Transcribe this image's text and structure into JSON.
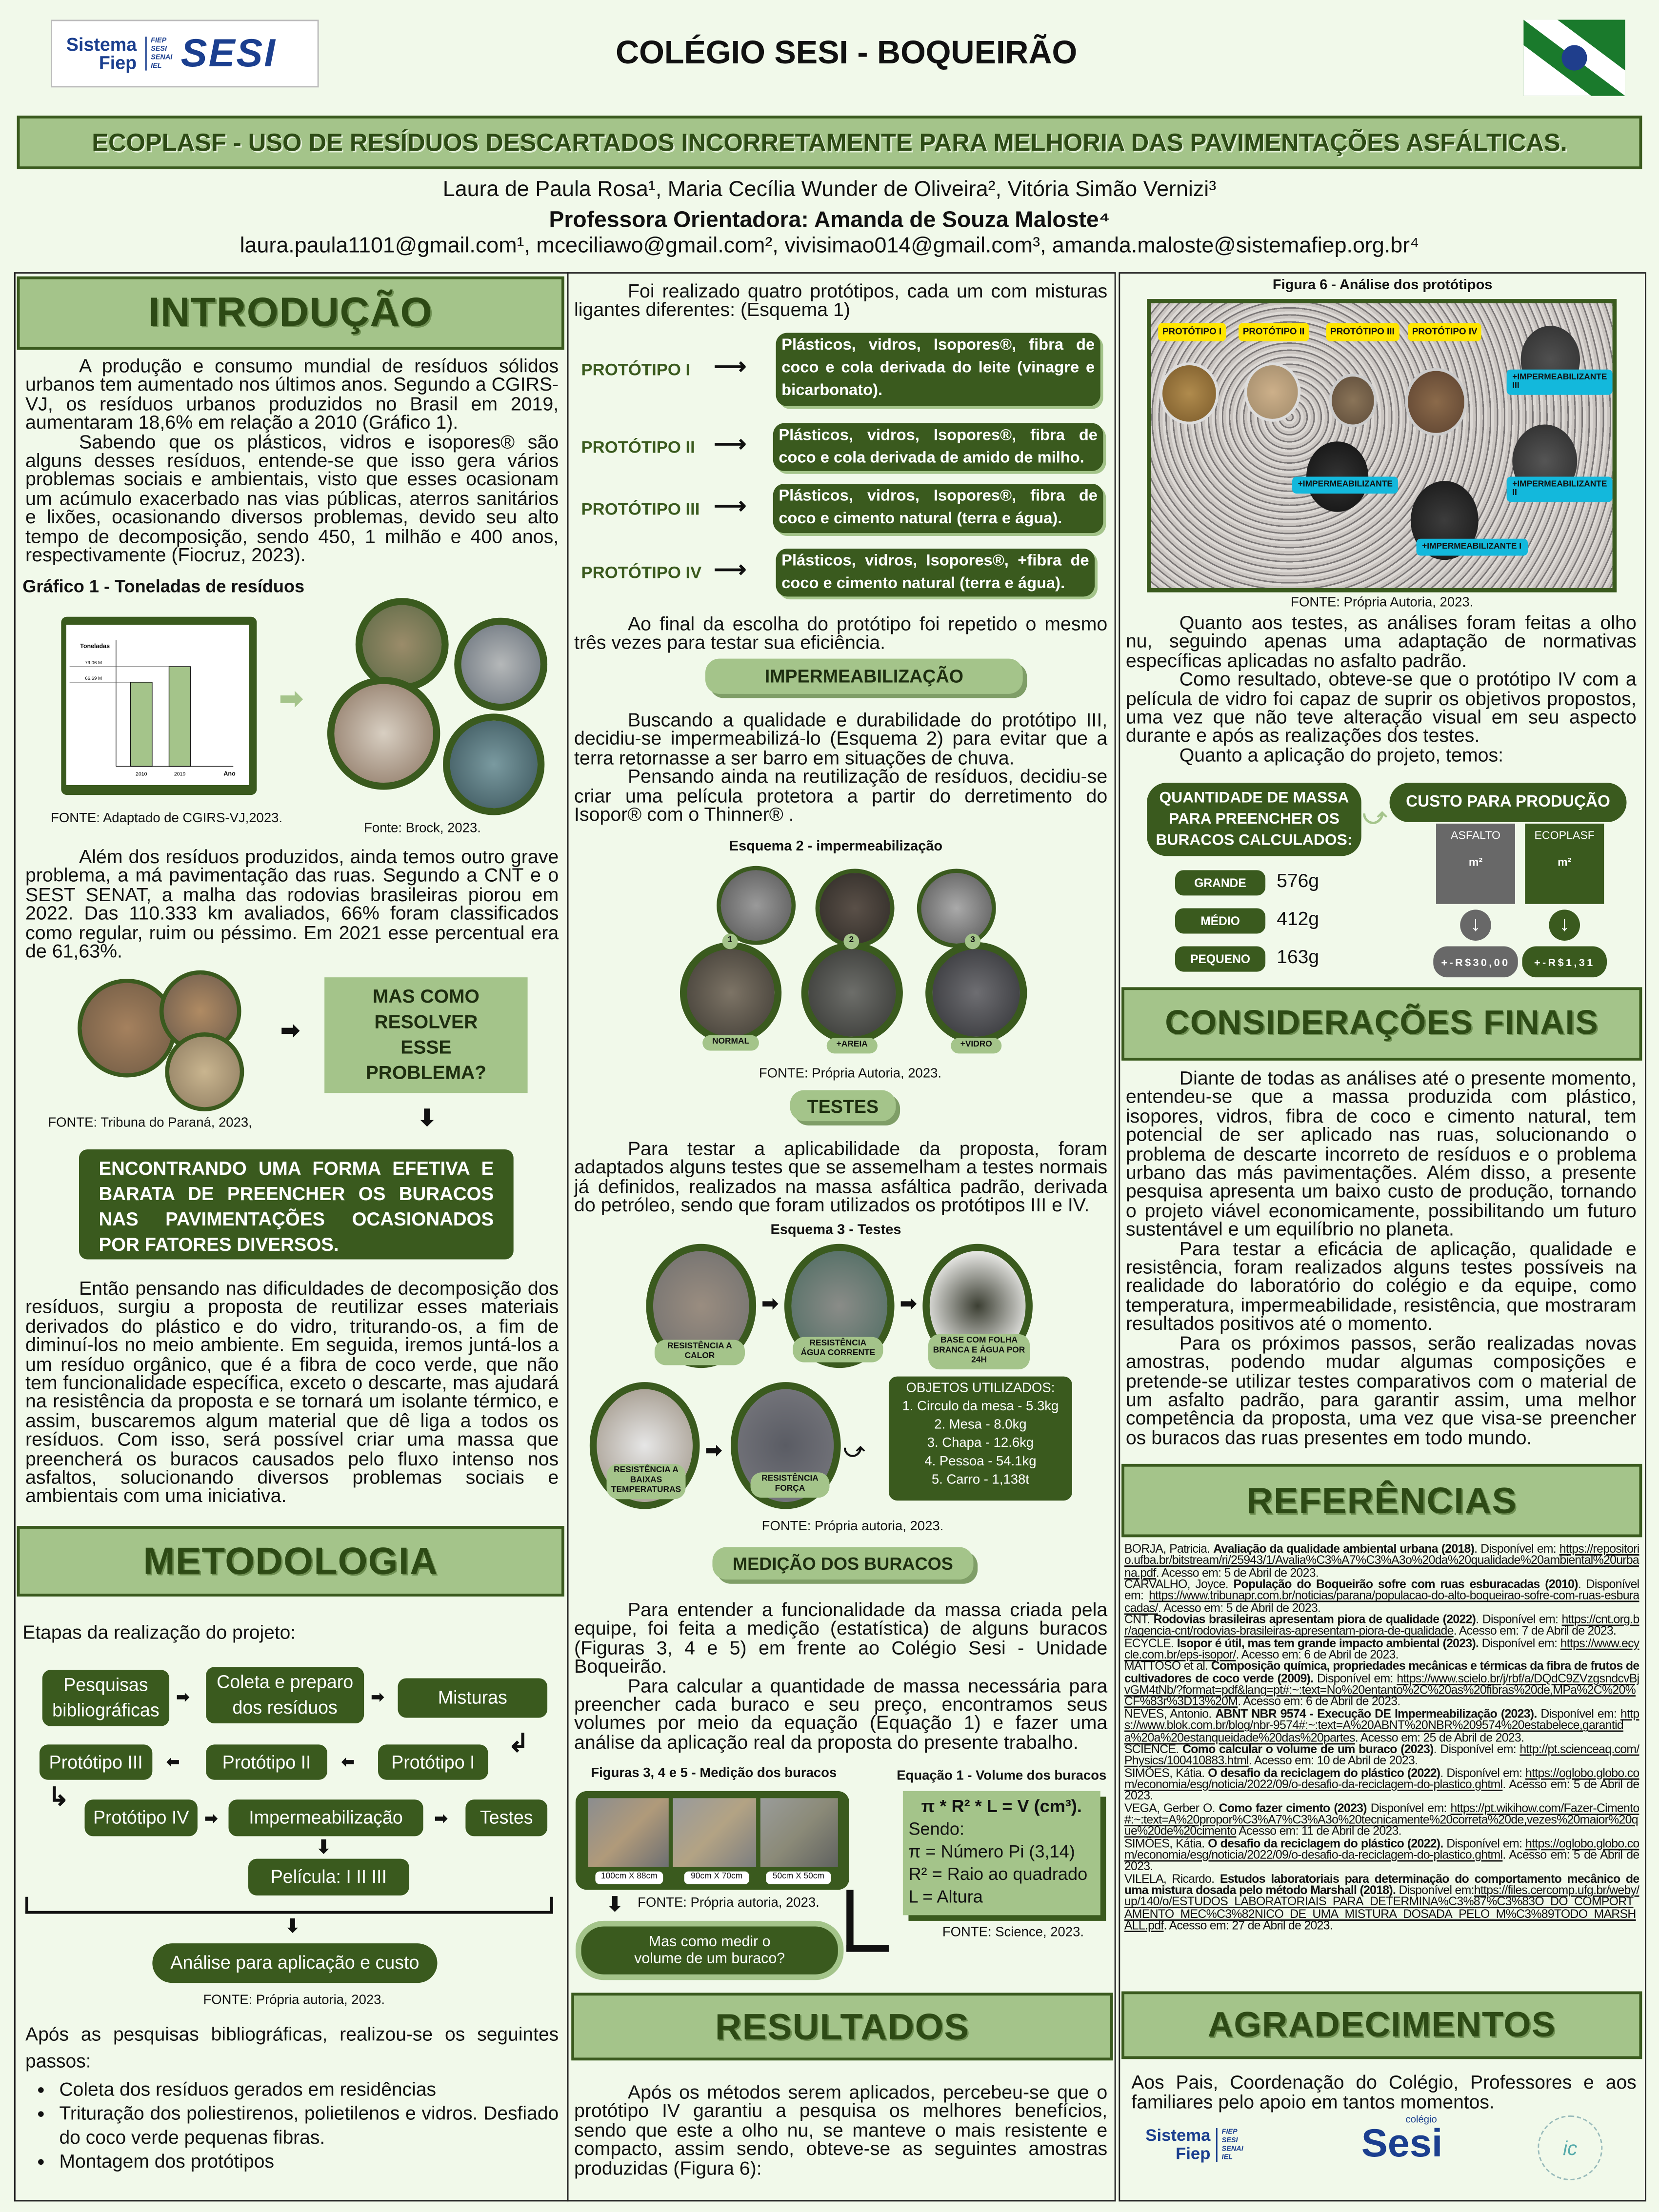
{
  "header": {
    "logo_left_sistema": "Sistema",
    "logo_left_fiep": "Fiep",
    "logo_left_brands": [
      "FIEP",
      "SESI",
      "SENAI",
      "IEL"
    ],
    "logo_left_sesi": "SESI",
    "school": "COLÉGIO SESI - BOQUEIRÃO",
    "title": "ECOPLASF - USO DE RESÍDUOS DESCARTADOS INCORRETAMENTE PARA MELHORIA DAS PAVIMENTAÇÕES ASFÁLTICAS.",
    "authors": "Laura de Paula Rosa¹, Maria Cecília Wunder de Oliveira²,  Vitória Simão Vernizi³",
    "advisor": "Professora Orientadora: Amanda de Souza Maloste⁴",
    "emails": "laura.paula1101@gmail.com¹, mceciliawo@gmail.com², vivisimao014@gmail.com³, amanda.maloste@sistemafiep.org.br⁴"
  },
  "intro": {
    "heading": "INTRODUÇÃO",
    "p1": "A produção e consumo mundial de resíduos sólidos urbanos tem aumentado nos últimos anos. Segundo a CGIRS-VJ, os resíduos urbanos produzidos no Brasil em 2019, aumentaram  18,6% em relação a 2010 (Gráfico 1).",
    "p2": "Sabendo que os plásticos, vidros e isopores® são alguns desses resíduos, entende-se que isso gera vários problemas sociais e ambientais, visto que esses ocasionam um acúmulo exacerbado nas vias públicas, aterros sanitários e lixões, ocasionando diversos problemas, devido seu alto tempo de decomposição, sendo 450, 1 milhão e 400 anos, respectivamente (Fiocruz, 2023).",
    "chart_caption": "Gráfico 1 - Toneladas de resíduos",
    "chart_source": "FONTE: Adaptado de CGIRS-VJ,2023.",
    "photo_source": "Fonte: Brock, 2023.",
    "p3": "Além dos resíduos produzidos, ainda temos outro grave problema, a má pavimentação das ruas. Segundo a CNT e o SEST SENAT, a malha das rodovias brasileiras piorou em 2022. Das 110.333 km avaliados, 66% foram classificados como regular, ruim ou péssimo. Em 2021 esse percentual era de 61,63%.",
    "question": "MAS COMO RESOLVER ESSE PROBLEMA?",
    "road_source": "FONTE: Tribuna do Paraná, 2023,",
    "answer": "ENCONTRANDO UMA FORMA EFETIVA E BARATA DE PREENCHER OS BURACOS NAS PAVIMENTAÇÕES OCASIONADOS POR FATORES DIVERSOS.",
    "p4": "Então pensando nas dificuldades de decomposição dos resíduos, surgiu a proposta de reutilizar esses materiais derivados do plástico e do vidro, triturando-os, a fim de diminuí-los no meio ambiente. Em seguida, iremos juntá-los a um resíduo orgânico, que é a fibra de coco verde, que não tem funcionalidade específica, exceto o descarte, mas ajudará na resistência da proposta e se tornará um isolante térmico, e assim, buscaremos algum material que dê liga a todos os resíduos. Com isso, será possível criar uma massa que preencherá os buracos causados pelo fluxo intenso nos asfaltos, solucionando diversos problemas sociais e ambientais com uma iniciativa."
  },
  "chart_data": {
    "type": "bar",
    "title": "Gráfico 1 - Toneladas de resíduos",
    "xlabel": "Ano",
    "ylabel": "Toneladas",
    "categories": [
      "2010",
      "2019"
    ],
    "values": [
      66.69,
      79.06
    ],
    "value_labels": [
      "66.69 M",
      "79,06 M"
    ],
    "ylim": [
      0,
      100
    ],
    "grid": false,
    "bar_color": "#a4c48a"
  },
  "method": {
    "heading": "METODOLOGIA",
    "intro": "Etapas da realização do projeto:",
    "nodes": [
      "Pesquisas bibliográficas",
      "Coleta e preparo dos resíduos",
      "Misturas",
      "Protótipo I",
      "Protótipo II",
      "Protótipo III",
      "Protótipo IV",
      "Impermeabilização",
      "Testes",
      "Película: I II III",
      "Análise para aplicação e custo"
    ],
    "source": "FONTE: Própria autoria, 2023.",
    "after": "Após as pesquisas bibliográficas, realizou-se os seguintes passos:",
    "bullets": [
      "Coleta dos resíduos gerados em residências",
      "Trituração dos poliestirenos, polietilenos e vidros. Desfiado do coco verde pequenas fibras.",
      "Montagem dos protótipos"
    ]
  },
  "col2": {
    "p1": "Foi realizado quatro protótipos, cada um com misturas ligantes diferentes: (Esquema 1)",
    "prototypes": [
      {
        "label": "PROTÓTIPO I",
        "desc": "Plásticos, vidros, Isopores®, fibra de coco e cola derivada do leite (vinagre e bicarbonato)."
      },
      {
        "label": "PROTÓTIPO II",
        "desc": "Plásticos, vidros, Isopores®, fibra de coco e cola derivada de amido de milho."
      },
      {
        "label": "PROTÓTIPO III",
        "desc": "Plásticos, vidros, Isopores®, fibra de coco e cimento natural (terra e água)."
      },
      {
        "label": "PROTÓTIPO IV",
        "desc": "Plásticos, vidros, Isopores®, +fibra de coco e cimento natural (terra e água)."
      }
    ],
    "p2": "Ao final da escolha do protótipo foi repetido o mesmo três vezes para testar sua eficiência.",
    "imper_heading": "IMPERMEABILIZAÇÃO",
    "p3": "Buscando a qualidade e durabilidade do protótipo III, decidiu-se impermeabilizá-lo (Esquema 2) para evitar que a terra retornasse a ser barro em situações de chuva.",
    "p4": "Pensando ainda na reutilização de resíduos, decidiu-se criar uma película protetora a partir do derretimento do Isopor® com o Thinner® .",
    "esq2_title": "Esquema 2 - impermeabilização",
    "esq2_labels": [
      "NORMAL",
      "+AREIA",
      "+VIDRO"
    ],
    "esq2_numbers": [
      "1",
      "2",
      "3"
    ],
    "esq2_source": "FONTE: Própria Autoria, 2023.",
    "tests_heading": "TESTES",
    "p5": "Para testar a aplicabilidade da proposta, foram adaptados alguns testes que se assemelham a testes normais já definidos, realizados na massa asfáltica padrão,  derivada do petróleo, sendo que foram utilizados os protótipos III e IV.",
    "esq3_title": "Esquema 3 - Testes",
    "esq3_labels": [
      "RESISTÊNCIA A CALOR",
      "RESISTÊNCIA ÁGUA CORRENTE",
      "BASE COM FOLHA BRANCA E ÁGUA POR 24H",
      "RESISTÊNCIA A BAIXAS TEMPERATURAS",
      "RESISTÊNCIA FORÇA"
    ],
    "objects_title": "OBJETOS UTILIZADOS:",
    "objects": [
      "1. Circulo da mesa - 5.3kg",
      "2. Mesa - 8.0kg",
      "3. Chapa - 12.6kg",
      "4. Pessoa - 54.1kg",
      "5. Carro - 1,138t"
    ],
    "esq3_source": "FONTE: Própria autoria, 2023.",
    "measure_heading": "MEDIÇÃO DOS BURACOS",
    "p6": "Para entender a funcionalidade da massa criada pela equipe, foi feita a medição (estatística) de alguns buracos (Figuras 3, 4 e 5)  em frente ao Colégio Sesi - Unidade Boqueirão.",
    "p7": "Para calcular a quantidade de massa necessária para preencher cada buraco e seu preço, encontramos seus volumes por meio da equação (Equação 1) e fazer uma análise da aplicação real da proposta do presente trabalho.",
    "fig_title": "Figuras 3, 4 e 5 - Medição dos buracos",
    "fig_dims": [
      "100cm X 88cm",
      "90cm X 70cm",
      "50cm X 50cm"
    ],
    "fig_source": "FONTE: Própria autoria, 2023.",
    "eq_title": "Equação 1 - Volume dos buracos",
    "eq_lines": [
      "π * R² * L = V (cm³).",
      "Sendo:",
      "π = Número Pi (3,14)",
      "R² = Raio ao quadrado",
      "L = Altura"
    ],
    "eq_source": "FONTE: Science, 2023.",
    "question": "Mas como medir o volume de um buraco?",
    "results_heading": "RESULTADOS",
    "p8": "Após os métodos serem aplicados, percebeu-se que o protótipo IV garantiu a pesquisa os melhores benefícios, sendo que este a olho nu, se manteve o mais resistente e compacto, assim sendo, obteve-se as seguintes amostras produzidas (Figura 6):"
  },
  "col3": {
    "fig6_title": "Figura 6 - Análise dos protótipos",
    "fig6_labels": [
      "PROTÓTIPO I",
      "PROTÓTIPO II",
      "PROTÓTIPO III",
      "PROTÓTIPO IV"
    ],
    "fig6_coated": [
      "+IMPERMEABILIZANTE III",
      "+IMPERMEABILIZANTE",
      "+IMPERMEABILIZANTE  II",
      "+IMPERMEABILIZANTE  I"
    ],
    "fig6_source": "FONTE: Própria Autoria, 2023.",
    "p1": "Quanto aos testes, as análises foram feitas a olho nu, seguindo apenas uma adaptação de normativas específicas aplicadas no asfalto padrão.",
    "p2": "Como resultado, obteve-se que o protótipo IV com a película de vidro foi capaz de suprir os objetivos propostos, uma vez que não teve alteração visual em seu aspecto durante e após as realizações dos testes.",
    "p3": "Quanto a aplicação do projeto, temos:",
    "mass_title": "QUANTIDADE  DE MASSA PARA PREENCHER OS BURACOS CALCULADOS:",
    "mass": [
      {
        "size": "GRANDE",
        "value": "576g"
      },
      {
        "size": "MÉDIO",
        "value": "412g"
      },
      {
        "size": "PEQUENO",
        "value": "163g"
      }
    ],
    "cost_title": "CUSTO PARA PRODUÇÃO",
    "cost": [
      {
        "name": "ASFALTO",
        "unit": "m²",
        "price": "+-R$30,00",
        "color": "#686868"
      },
      {
        "name": "ECOPLASF",
        "unit": "m²",
        "price": "+-R$1,31",
        "color": "#3a5a1e"
      }
    ],
    "final_heading": "CONSIDERAÇÕES FINAIS",
    "f1": "Diante de todas as análises até o presente momento, entendeu-se que a massa produzida com plástico, isopores, vidros, fibra de coco e cimento natural, tem potencial de ser aplicado nas ruas, solucionando o problema de descarte incorreto de resíduos e o problema urbano das más pavimentações. Além disso, a presente pesquisa apresenta um baixo custo de produção, tornando o projeto viável economicamente, possibilitando um futuro sustentável e um equilíbrio no planeta.",
    "f2": "Para testar a eficácia de aplicação, qualidade e resistência, foram realizados alguns testes possíveis na realidade do laboratório do colégio e da equipe, como temperatura, impermeabilidade, resistência, que mostraram resultados positivos até o momento.",
    "f3": "Para os próximos passos, serão realizadas novas amostras, podendo mudar algumas composições e pretende-se utilizar testes comparativos com o material de um asfalto padrão, para garantir assim, uma melhor competência da proposta, uma vez que visa-se preencher os buracos das ruas presentes em todo mundo.",
    "refs_heading": "REFERÊNCIAS",
    "refs": [
      {
        "a": "BORJA, Patricia. ",
        "t": "Avaliação da qualidade ambiental urbana (2018)",
        "m": ". Disponível em: ",
        "u": "https://repositorio.ufba.br/bitstream/ri/25943/1/Avalia%C3%A7%C3%A3o%20da%20qualidade%20ambiental%20urbana.pdf",
        "e": ". Acesso em: 5 de Abril de 2023."
      },
      {
        "a": "CARVALHO, Joyce. ",
        "t": "População do Boqueirão sofre com ruas esburacadas (2010)",
        "m": ". Disponível em: ",
        "u": "https://www.tribunapr.com.br/noticias/parana/populacao-do-alto-boqueirao-sofre-com-ruas-esburacadas/",
        "e": ". Acesso em: 5 de Abril de 2023."
      },
      {
        "a": "CNT. ",
        "t": "Rodovias brasileiras apresentam piora de qualidade (2022)",
        "m": ". Disponível em: ",
        "u": "https://cnt.org.br/agencia-cnt/rodovias-brasileiras-apresentam-piora-de-qualidade",
        "e": ". Acesso em: 7 de Abril de 2023."
      },
      {
        "a": "ECYCLE. ",
        "t": "Isopor é útil, mas tem grande impacto ambiental (2023).",
        "m": " Disponível em: ",
        "u": "https://www.ecycle.com.br/eps-isopor/",
        "e": ". Acesso em: 6 de Abril de 2023."
      },
      {
        "a": "MATTOSO et al. ",
        "t": "Composição química, propriedades mecânicas e térmicas da fibra de frutos de cultivadores de coco verde (2009).",
        "m": " Disponível em: ",
        "u": "https://www.scielo.br/j/rbf/a/DQdC9ZVzgsndcvBjvGM4tNb/?format=pdf&lang=pt#:~:text=No%20entanto%2C%20as%20fibras%20de,MPa%2C%20%CF%83r%3D13%20M",
        "e": ". Acesso em: 6 de Abril de 2023."
      },
      {
        "a": "NEVES, Antonio. ",
        "t": "ABNT NBR 9574 - Execução DE Impermeabilização (2023).",
        "m": " Disponível em: ",
        "u": "https://www.blok.com.br/blog/nbr-9574#:~:text=A%20ABNT%20NBR%209574%20estabelece,garantida%20a%20estanqueidade%20das%20partes",
        "e": ". Acesso em: 25 de Abril de 2023."
      },
      {
        "a": "SCIENCE. ",
        "t": "Como calcular o volume de um buraco (2023)",
        "m": ". Disponível em: ",
        "u": "http://pt.scienceaq.com/Physics/100410883.html",
        "e": ". Acesso em: 10 de Abril de 2023."
      },
      {
        "a": "SIMÕES, Kátia.  ",
        "t": "O desafio da reciclagem do plástico (2022)",
        "m": ". Disponível em: ",
        "u": "https://oglobo.globo.com/economia/esg/noticia/2022/09/o-desafio-da-reciclagem-do-plastico.ghtml",
        "e": ". Acesso em: 5 de Abril de 2023."
      },
      {
        "a": "VEGA, Gerber O. ",
        "t": "Como fazer cimento (2023)",
        "m": " Disponível em: ",
        "u": "https://pt.wikihow.com/Fazer-Cimento#:~:text=A%20propor%C3%A7%C3%A3o%20tecnicamente%20correta%20de,vezes%20maior%20que%20de%20cimento",
        "e": " Acesso em: 11 de Abril de 2023."
      },
      {
        "a": "SIMÕES, Kátia.  ",
        "t": "O desafio da reciclagem do plástico (2022).",
        "m": " Disponível em: ",
        "u": "https://oglobo.globo.com/economia/esg/noticia/2022/09/o-desafio-da-reciclagem-do-plastico.ghtml",
        "e": ". Acesso em: 5 de Abril de 2023."
      },
      {
        "a": "VILELA, Ricardo. ",
        "t": "Estudos laboratoriais para determinação do comportamento mecânico de uma mistura dosada pelo método Marshall (2018).",
        "m": " Disponível em:",
        "u": "https://files.cercomp.ufg.br/weby/up/140/o/ESTUDOS_LABORATORIAIS_PARA_DETERMINA%C3%87%C3%83O_DO_COMPORTAMENTO_MEC%C3%82NICO_DE_UMA_MISTURA_DOSADA_PELO_M%C3%89TODO_MARSHALL.pdf",
        "e": ". Acesso em: 27 de Abril de 2023."
      }
    ],
    "thanks_heading": "AGRADECIMENTOS",
    "thanks": "Aos Pais, Coordenação do Colégio, Professores e aos familiares pelo apoio em tantos momentos.",
    "footer_sistema": "Sistema",
    "footer_fiep": "Fiep",
    "footer_brands": [
      "FIEP",
      "SESI",
      "SENAI",
      "IEL"
    ],
    "footer_colegio": "colégio",
    "footer_sesi": "Sesi",
    "footer_ic": "ic"
  },
  "colors": {
    "dark_green": "#3a5a1e",
    "light_green": "#a4c48a",
    "background": "#f1f9ea",
    "cyan": "#13b8dc",
    "yellow": "#ffe600"
  }
}
